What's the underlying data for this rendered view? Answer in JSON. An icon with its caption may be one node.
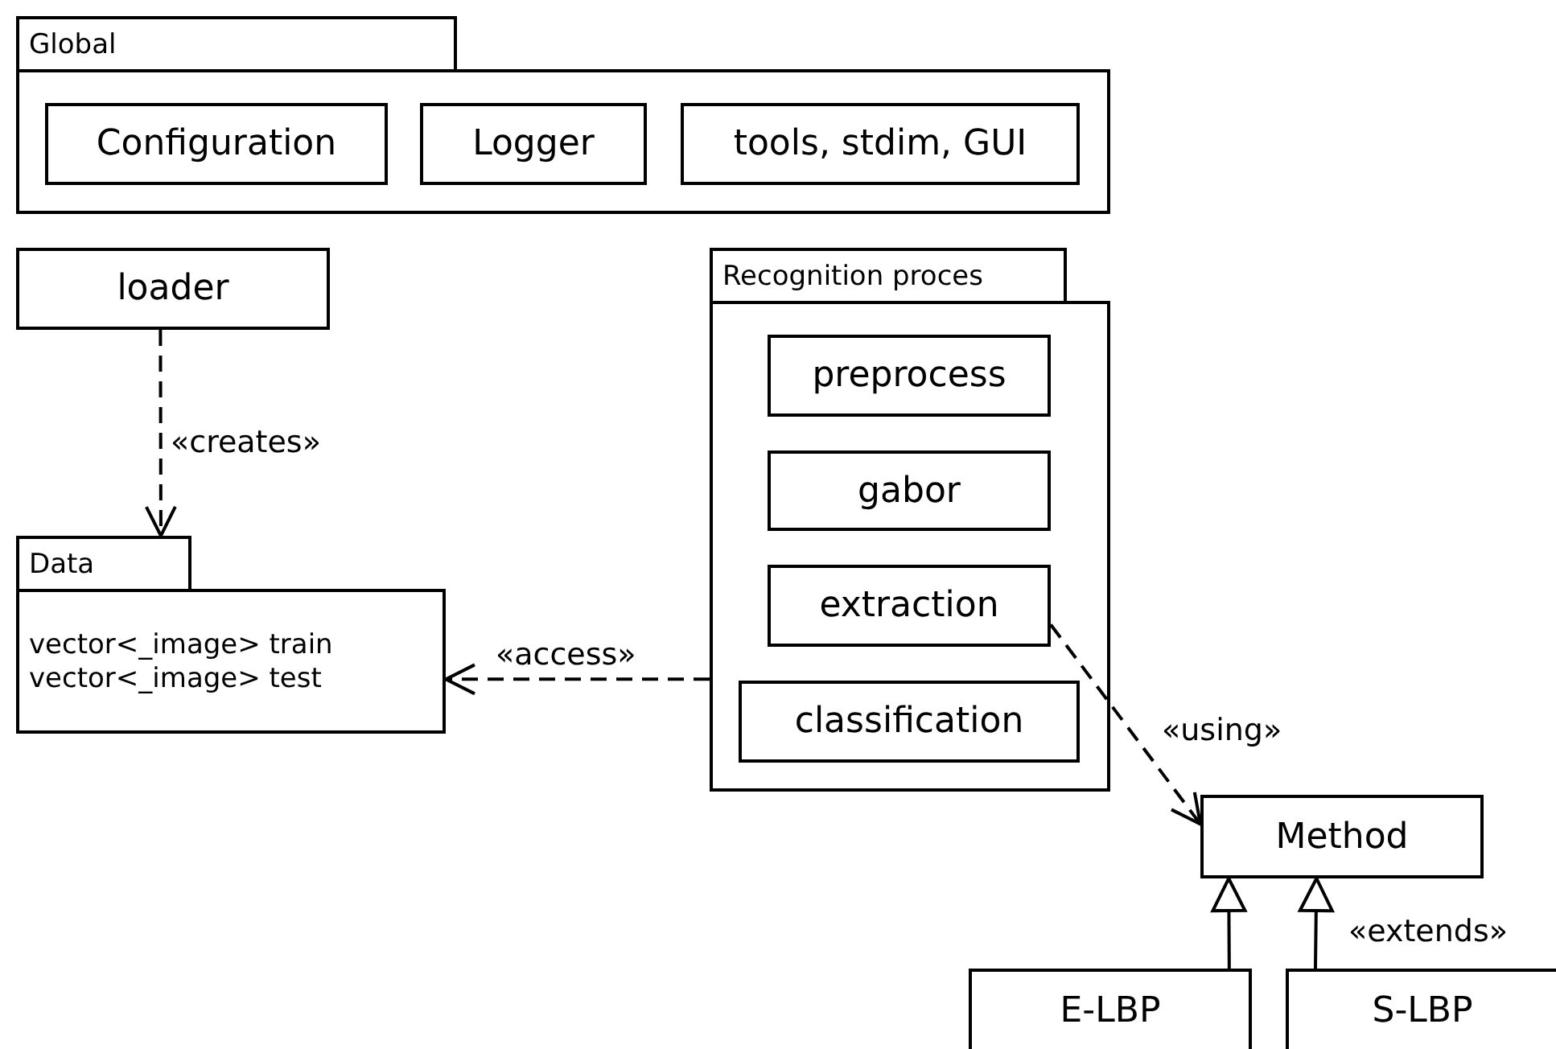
{
  "diagram": {
    "nodes": [
      {
        "text": [
          "Global"
        ]
      },
      {
        "text": [
          "Configuration"
        ],
        "in": 0
      },
      {
        "text": [
          "Logger"
        ],
        "in": 0
      },
      {
        "text": [
          "tools, stdim, GUI"
        ],
        "in": 0
      },
      {
        "text": [
          "loader"
        ]
      },
      {
        "text": [
          "Recognition proces"
        ]
      },
      {
        "text": [
          "preprocess"
        ],
        "in": 5
      },
      {
        "text": [
          "gabor"
        ],
        "in": 5
      },
      {
        "text": [
          "extraction"
        ],
        "in": 5
      },
      {
        "text": [
          "classification"
        ],
        "in": 5
      },
      {
        "text": [
          "Data",
          "vector<_image> train",
          "vector<_image> test"
        ]
      },
      {
        "text": [
          "Method"
        ]
      },
      {
        "text": [
          "E-LBP"
        ]
      },
      {
        "text": [
          "S-LBP"
        ]
      }
    ],
    "edges": [
      {
        "from": 4,
        "to": 10,
        "arrow": "to",
        "style": "dashed",
        "label": "«creates»"
      },
      {
        "from": 5,
        "to": 10,
        "arrow": "to",
        "style": "dashed",
        "label": "«access»"
      },
      {
        "from": 8,
        "to": 11,
        "arrow": "to",
        "style": "dashed",
        "label": "«using»"
      },
      {
        "from": 12,
        "to": 11,
        "arrow": "to"
      },
      {
        "from": 13,
        "to": 11,
        "arrow": "to",
        "label": "«extends»"
      }
    ]
  }
}
